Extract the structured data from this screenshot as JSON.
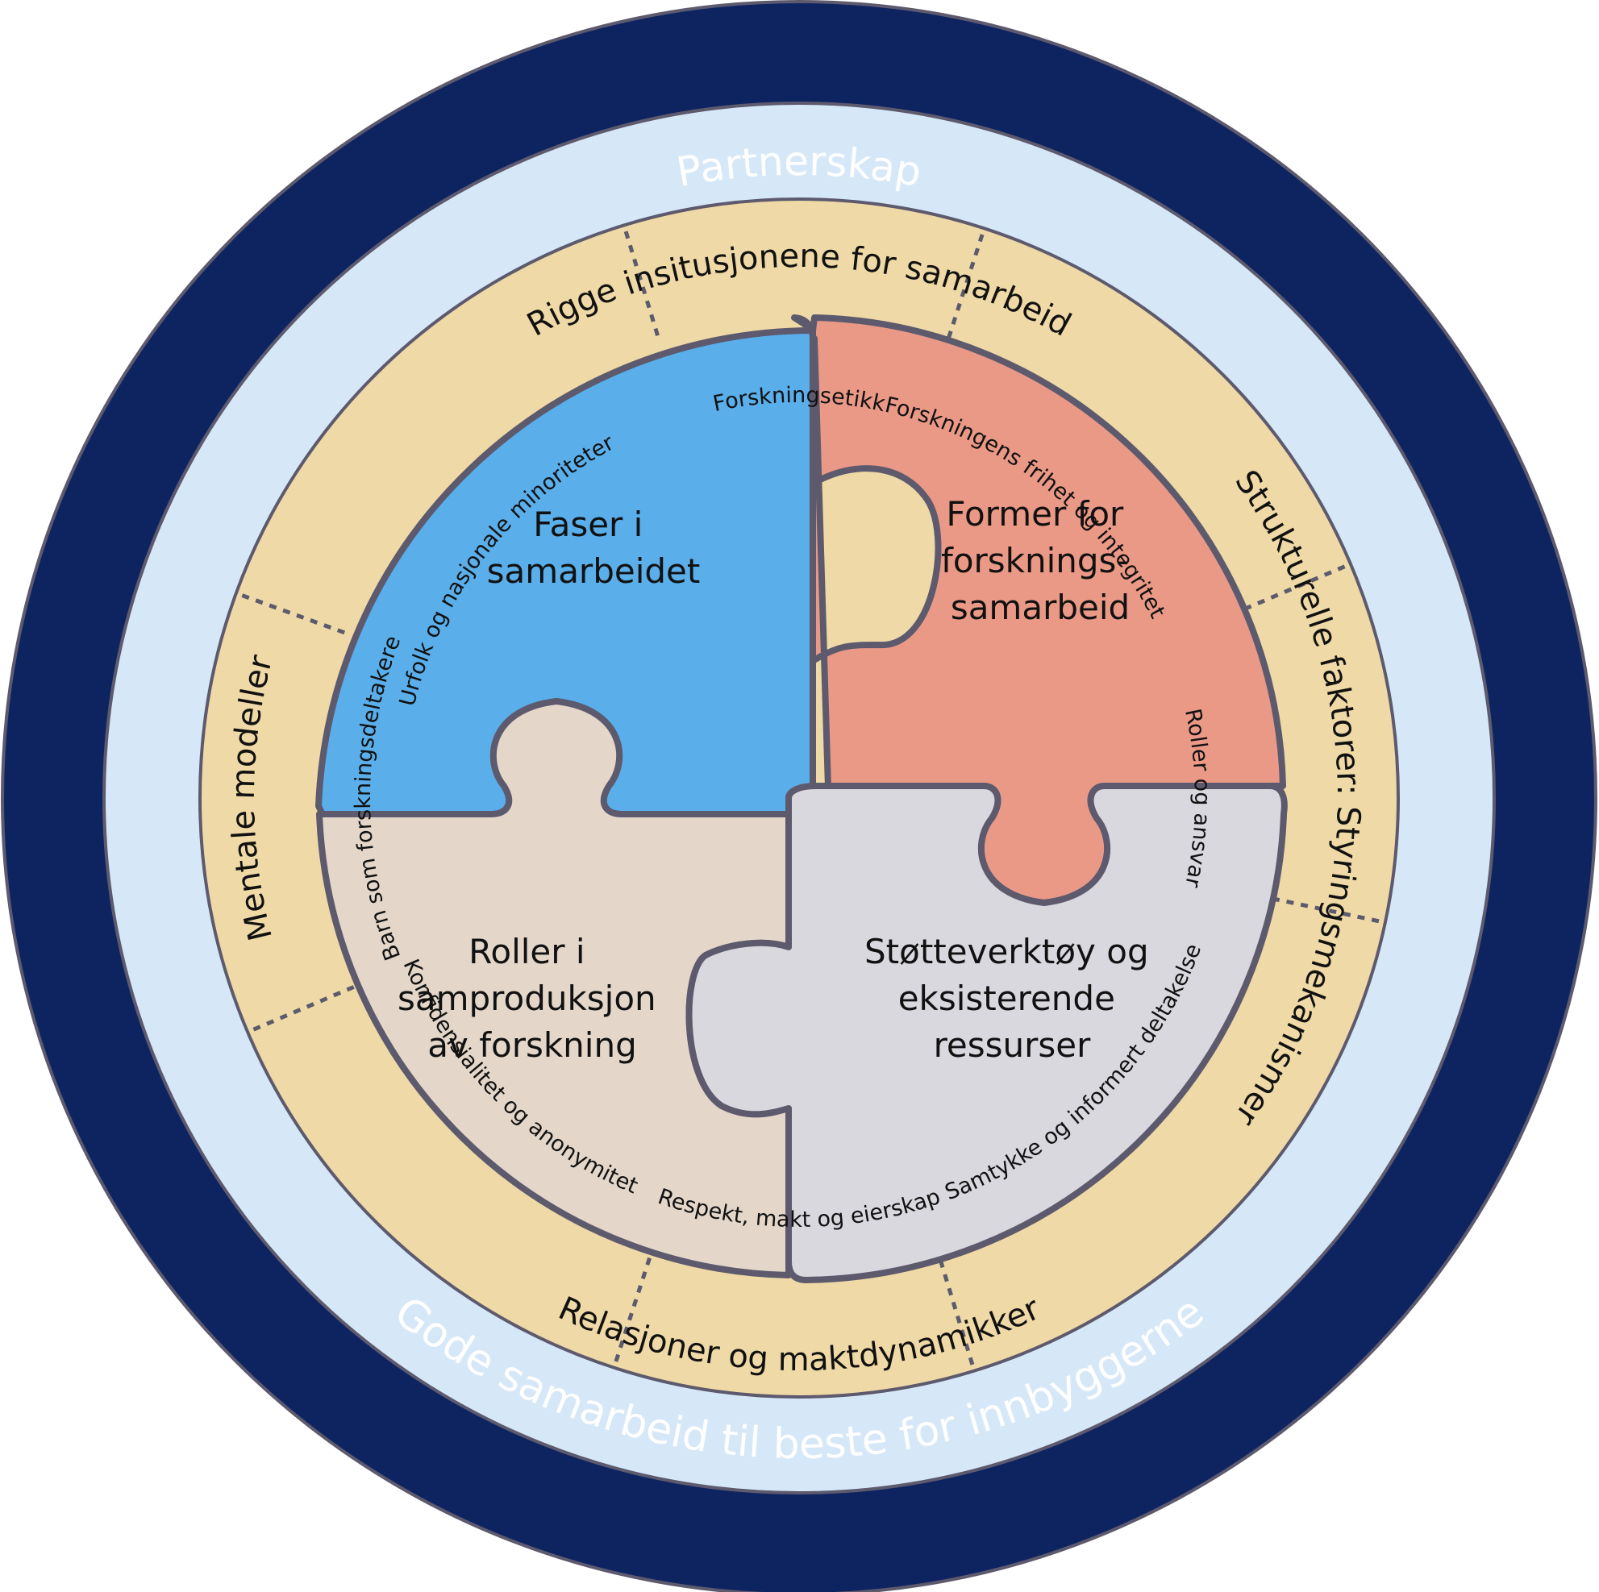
{
  "outer_ring": {
    "top_label": "Partnerskap",
    "bottom_label": "Gode samarbeid til beste for innbyggerne"
  },
  "middle_ring": {
    "top_label": "Rigge insitusjonene for samarbeid",
    "right_label": "Strukturelle faktorer: Styringsmekanismer",
    "bottom_label": "Relasjoner og maktdynamikker",
    "left_label": "Mentale modeller"
  },
  "segments": [
    "Forskningsetikk",
    "Forskningens frihet og integritet",
    "Roller og ansvar",
    "Samtykke og informert deltakelse",
    "Respekt, makt og eierskap",
    "Konfidensialitet og anonymitet",
    "Barn som forskningsdeltakere",
    "Urfolk og nasjonale minoriteter"
  ],
  "pieces": {
    "top_left": {
      "lines": [
        "Faser i",
        "samarbeidet"
      ]
    },
    "top_right": {
      "lines": [
        "Former for",
        "forsknings-",
        "samarbeid"
      ]
    },
    "bottom_left": {
      "lines": [
        "Roller i",
        "samproduksjon",
        "av forskning"
      ]
    },
    "bottom_right": {
      "lines": [
        "Støtteverktøy og",
        "eksisterende",
        "ressurser"
      ]
    }
  },
  "colors": {
    "navy": "#0e2461",
    "light_blue": "#d6e8f8",
    "tan": "#efd9a6",
    "blue_piece": "#5aaeea",
    "salmon_piece": "#ea9986",
    "beige_piece": "#e4d7ca",
    "grey_piece": "#d9d8de",
    "outline": "#5d5a6e"
  }
}
